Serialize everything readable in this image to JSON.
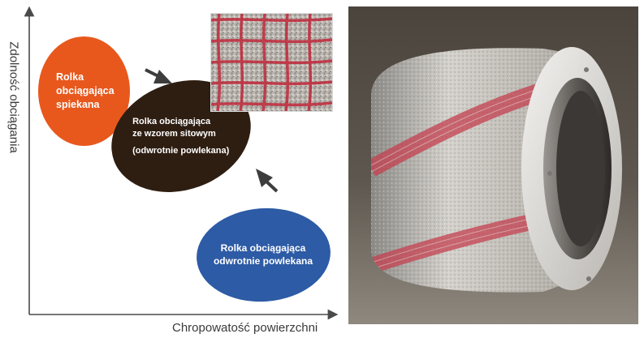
{
  "axes": {
    "y_label": "Zdolność obciągania",
    "x_label": "Chropowatość powierzchni"
  },
  "blobs": {
    "sintered": {
      "lines": [
        "Rolka",
        "obciągająca",
        "spiekana"
      ],
      "color": "#e8581c"
    },
    "screen": {
      "lines": [
        "Rolka obciągająca",
        "ze wzorem sitowym"
      ],
      "note": "(odwrotnie powlekana)",
      "color": "#2e1e12"
    },
    "reverse": {
      "lines": [
        "Rolka obciągająca",
        "odwrotnie powlekana"
      ],
      "color": "#2d5ba5"
    }
  },
  "colors": {
    "axis": "#4a4a4a",
    "arrow": "#3d3d3d"
  }
}
